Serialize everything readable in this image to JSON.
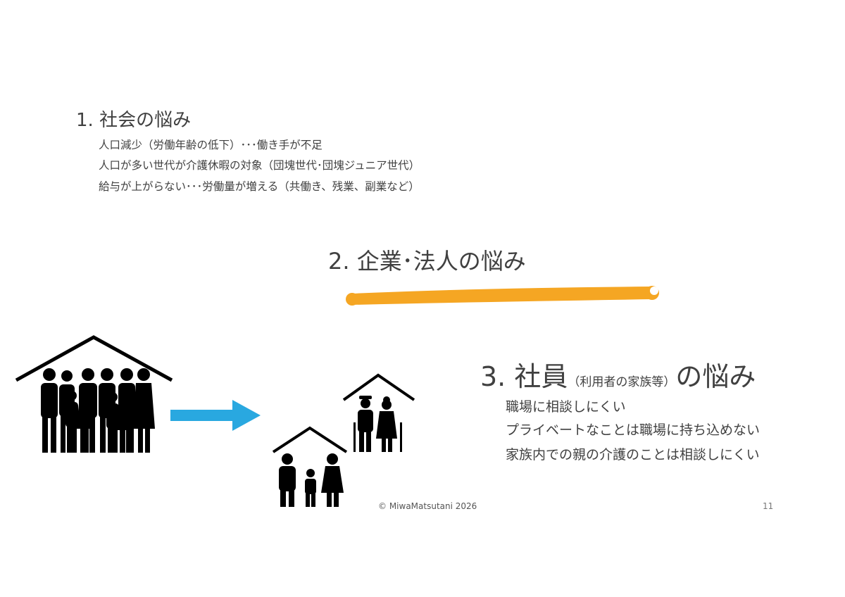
{
  "section1": {
    "heading": "1. 社会の悩み",
    "items": [
      "人口減少（労働年齢の低下）･･･働き手が不足",
      "人口が多い世代が介護休暇の対象（団塊世代･団塊ジュニア世代）",
      "給与が上がらない･･･労働量が増える（共働き、残業、副業など）"
    ]
  },
  "section2": {
    "heading": "2. 企業･法人の悩み"
  },
  "section3": {
    "heading_main": "3. 社員",
    "heading_note": "（利用者の家族等）",
    "heading_tail": "の悩み",
    "items": [
      "職場に相談しにくい",
      "プライベートなことは職場に持ち込めない",
      "家族内での親の介護のことは相談しにくい"
    ]
  },
  "footer": {
    "copyright": "© MiwaMatsutani 2026",
    "page_number": "11"
  },
  "colors": {
    "accent_orange": "#f5a623",
    "arrow_blue": "#29a8e0",
    "text": "#404040"
  }
}
